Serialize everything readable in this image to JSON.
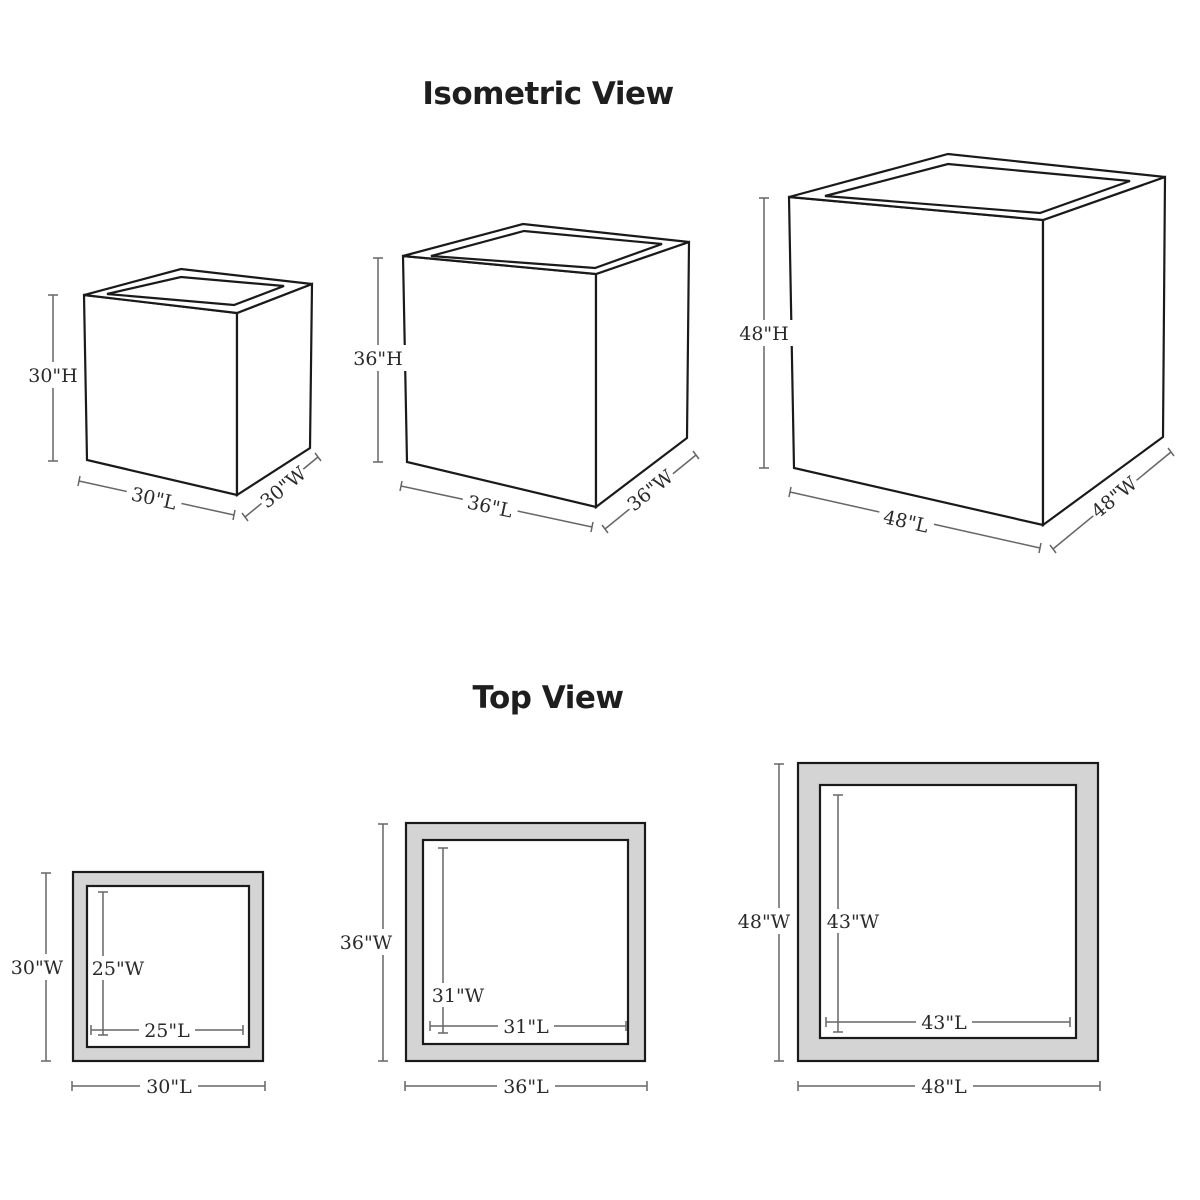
{
  "titles": {
    "isometric": "Isometric View",
    "top": "Top View"
  },
  "isometric": [
    {
      "h": "30\"H",
      "l": "30\"L",
      "w": "30\"W"
    },
    {
      "h": "36\"H",
      "l": "36\"L",
      "w": "36\"W"
    },
    {
      "h": "48\"H",
      "l": "48\"L",
      "w": "48\"W"
    }
  ],
  "top": [
    {
      "outer_w": "30\"W",
      "outer_l": "30\"L",
      "inner_w": "25\"W",
      "inner_l": "25\"L"
    },
    {
      "outer_w": "36\"W",
      "outer_l": "36\"L",
      "inner_w": "31\"W",
      "inner_l": "31\"L"
    },
    {
      "outer_w": "48\"W",
      "outer_l": "48\"L",
      "inner_w": "43\"W",
      "inner_l": "43\"L"
    }
  ],
  "colors": {
    "line": "#1a1a1a",
    "wall_fill": "#d4d4d4",
    "dimension_line": "#666666"
  }
}
